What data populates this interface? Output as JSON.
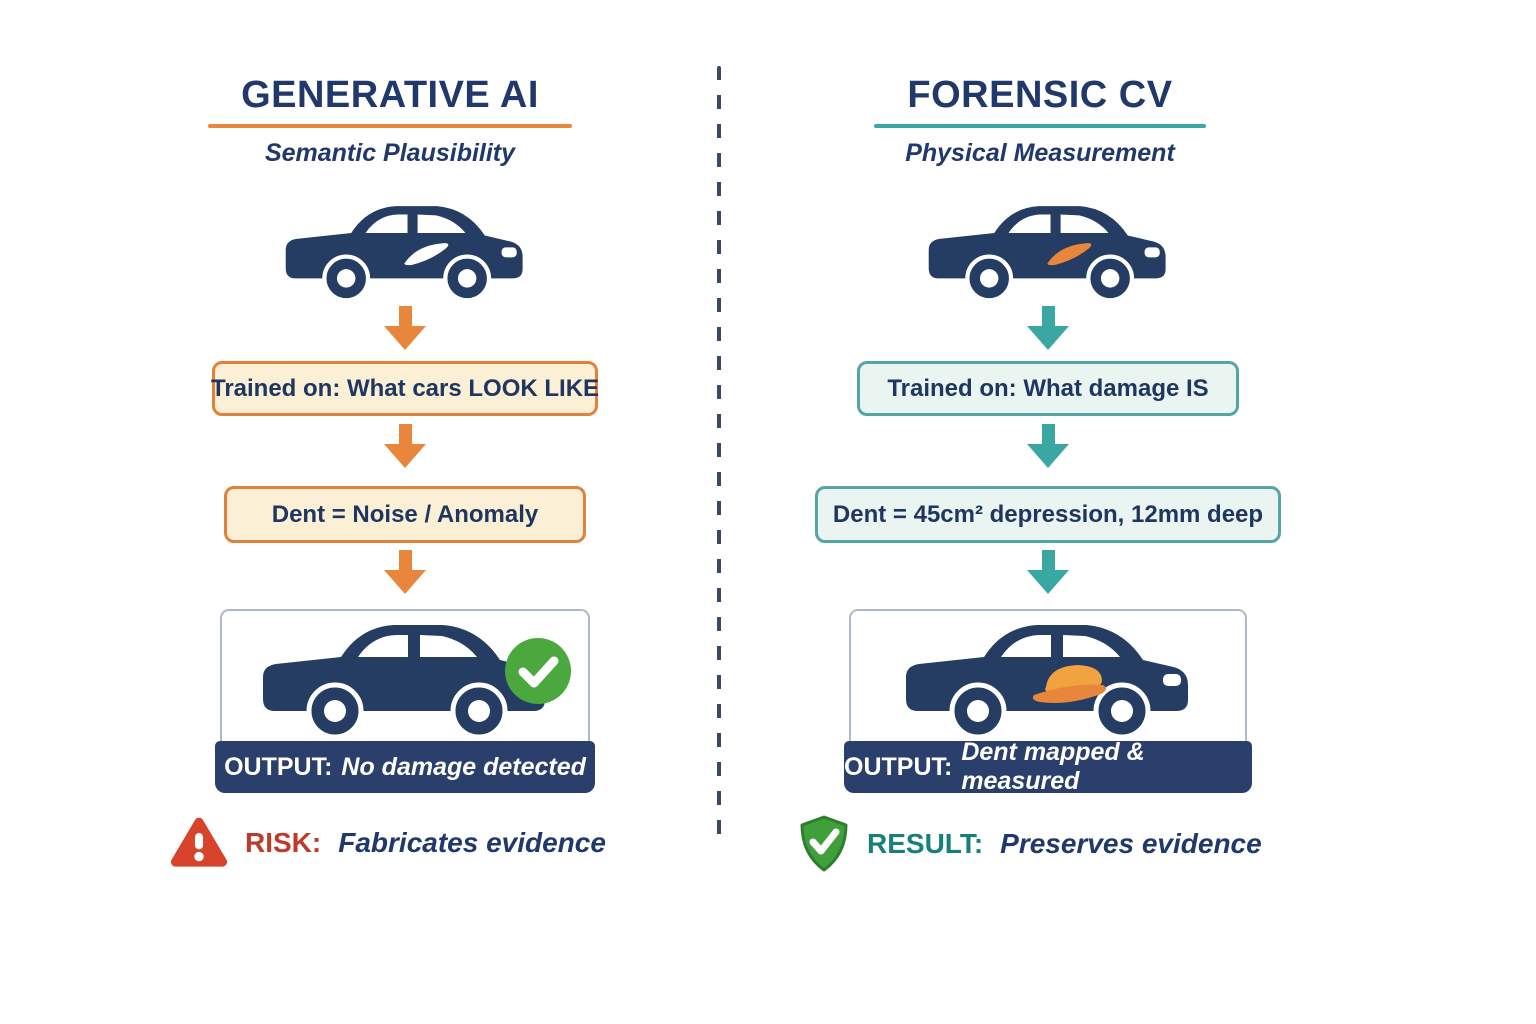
{
  "left": {
    "title": "GENERATIVE AI",
    "subtitle": "Semantic Plausibility",
    "box1": "Trained on: What cars LOOK LIKE",
    "box2": "Dent = Noise / Anomaly",
    "output_label": "OUTPUT:",
    "output_text": "No damage detected",
    "footer_label": "RISK:",
    "footer_text": "Fabricates evidence"
  },
  "right": {
    "title": "FORENSIC CV",
    "subtitle": "Physical Measurement",
    "box1": "Trained on: What damage IS",
    "box2": "Dent = 45cm² depression, 12mm deep",
    "output_label": "OUTPUT:",
    "output_text": "Dent mapped & measured",
    "footer_label": "RESULT:",
    "footer_text": "Preserves evidence"
  },
  "colors": {
    "navy_text": "#21386B",
    "car_navy": "#253C63",
    "left_accent_orange": "#E8873B",
    "right_accent_teal": "#3BA7A3",
    "left_box_bg": "#FBEFD5",
    "right_box_bg": "#EAF4F1",
    "output_bar_navy": "#2B3F6C",
    "risk_red": "#BE3B2A",
    "result_teal": "#17807A",
    "success_green": "#4BA83E",
    "dent_orange": "#F0A33E"
  },
  "icons": {
    "car": "car-side-silhouette",
    "arrow": "arrow-down",
    "check_circle": "check-circle",
    "warning": "warning-triangle",
    "shield": "shield-check",
    "dent": "dent-mark"
  }
}
